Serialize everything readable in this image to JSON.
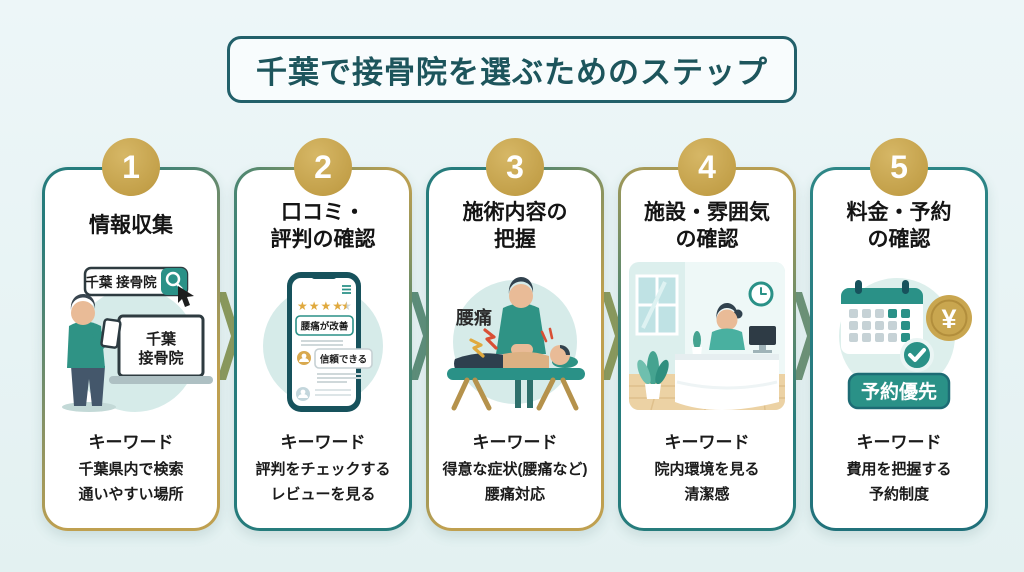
{
  "header": {
    "title": "千葉で接骨院を選ぶためのステップ"
  },
  "keyword_label": "キーワード",
  "colors": {
    "teal": "#267c7c",
    "gold": "#bfa050",
    "badge_gold": "#c3a049",
    "arrow_olive": "#8d9b5e",
    "arrow_green": "#5f8f7b",
    "background": "#e9f4f6"
  },
  "steps": [
    {
      "number": "1",
      "title": "情報収集",
      "keywords": "千葉県内で検索\n通いやすい場所",
      "art": {
        "search_text": "千葉 接骨院",
        "laptop_line1": "千葉",
        "laptop_line2": "接骨院"
      }
    },
    {
      "number": "2",
      "title": "口コミ・\n評判の確認",
      "keywords": "評判をチェックする\nレビューを見る",
      "art": {
        "stars_full": "★★★★",
        "stars_half": "★",
        "bubble1": "腰痛が改善",
        "bubble2": "信頼できる"
      }
    },
    {
      "number": "3",
      "title": "施術内容の\n把握",
      "keywords": "得意な症状(腰痛など)\n腰痛対応",
      "art": {
        "pain_label": "腰痛"
      }
    },
    {
      "number": "4",
      "title": "施設・雰囲気\nの確認",
      "keywords": "院内環境を見る\n清潔感",
      "art": {}
    },
    {
      "number": "5",
      "title": "料金・予約\nの確認",
      "keywords": "費用を把握する\n予約制度",
      "art": {
        "yen": "¥",
        "badge": "予約優先"
      }
    }
  ]
}
